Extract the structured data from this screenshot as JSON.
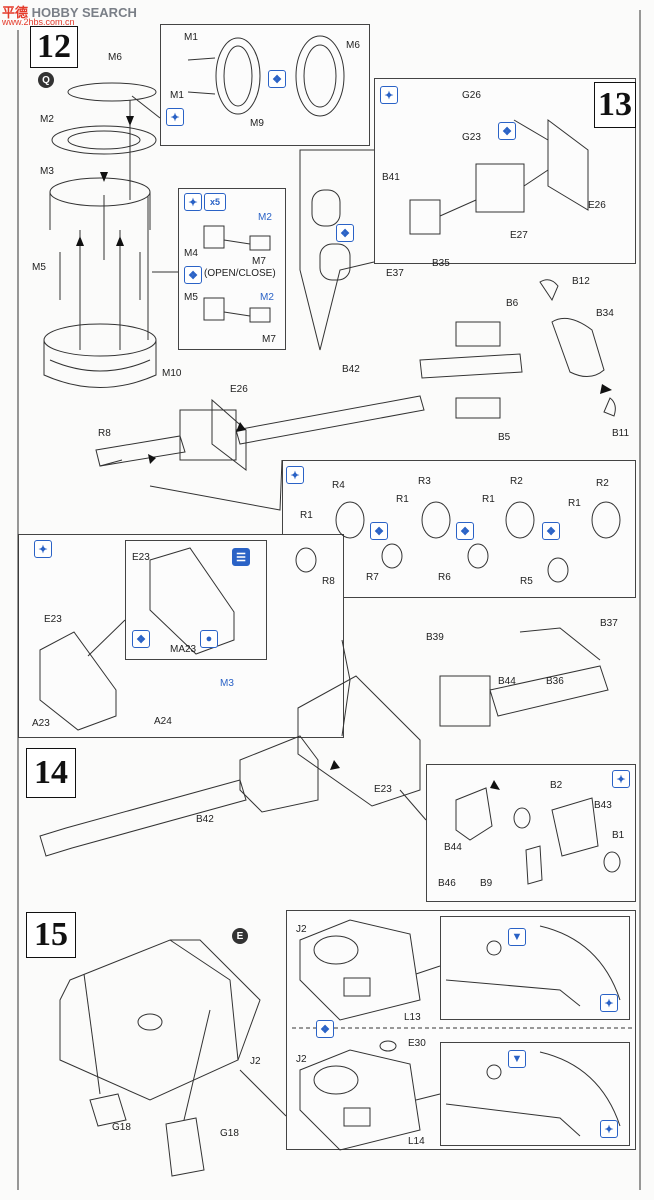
{
  "watermark": {
    "brand_a": "平德 ",
    "brand_b": "HOBBY",
    "brand_c": " SEARCH",
    "url": "www.2hbs.com.cn"
  },
  "steps": {
    "s12": "12",
    "s13": "13",
    "s14": "14",
    "s15": "15"
  },
  "markers": {
    "q": "Q",
    "e": "E",
    "x5": "x5"
  },
  "labels": {
    "M6a": "M6",
    "M1a": "M1",
    "M1b": "M1",
    "M9": "M9",
    "M6b": "M6",
    "M2": "M2",
    "M3": "M3",
    "M2b": "M2",
    "M4": "M4",
    "M7a": "M7",
    "openclose": "(OPEN/CLOSE)",
    "M5a": "M5",
    "M5b": "M5",
    "M2c": "M2",
    "M7b": "M7",
    "M10": "M10",
    "G26": "G26",
    "G23": "G23",
    "B41": "B41",
    "E26a": "E26",
    "E27": "E27",
    "B35": "B35",
    "E37": "E37",
    "B12": "B12",
    "B6": "B6",
    "B34": "B34",
    "B42a": "B42",
    "E26b": "E26",
    "R8a": "R8",
    "B5": "B5",
    "B11": "B11",
    "R4": "R4",
    "R1a": "R1",
    "R3": "R3",
    "R1b": "R1",
    "R2a": "R2",
    "R1c": "R1",
    "R2b": "R2",
    "R1d": "R1",
    "R8b": "R8",
    "R7": "R7",
    "R6": "R6",
    "R5": "R5",
    "E23a": "E23",
    "E23b": "E23",
    "MA23": "MA23",
    "M3b": "M3",
    "A23": "A23",
    "A24": "A24",
    "B39": "B39",
    "B37": "B37",
    "B44a": "B44",
    "B36": "B36",
    "E23c": "E23",
    "B42b": "B42",
    "B2": "B2",
    "B43": "B43",
    "B1": "B1",
    "B44b": "B44",
    "B46": "B46",
    "B9": "B9",
    "J2a": "J2",
    "L13": "L13",
    "E30": "E30",
    "J2b": "J2",
    "L14": "L14",
    "J2c": "J2",
    "G18a": "G18",
    "G18b": "G18"
  }
}
